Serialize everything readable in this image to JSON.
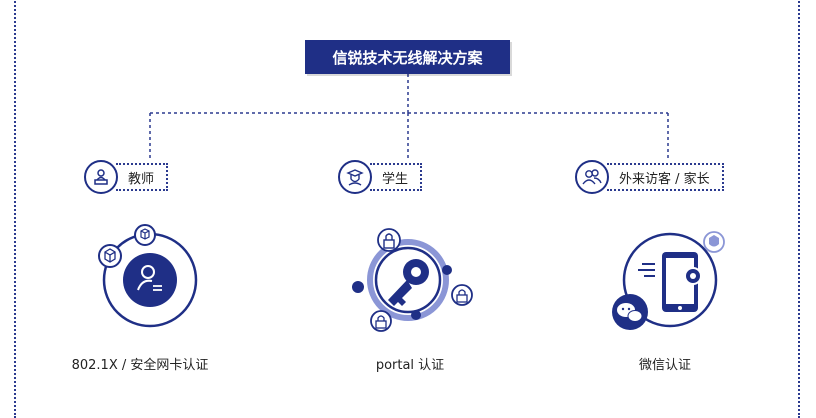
{
  "title": "信锐技术无线解决方案",
  "roles": [
    {
      "label": "教师",
      "icon": "teacher-icon"
    },
    {
      "label": "学生",
      "icon": "student-icon"
    },
    {
      "label": "外来访客 / 家长",
      "icon": "visitors-icon"
    }
  ],
  "methods": [
    {
      "label": "802.1X / 安全网卡认证",
      "icon": "user-card-auth-icon"
    },
    {
      "label": "portal 认证",
      "icon": "key-lock-icon"
    },
    {
      "label": "微信认证",
      "icon": "wechat-phone-icon"
    }
  ],
  "colors": {
    "primary": "#1f2f86",
    "accent_light": "#8b96d6"
  }
}
